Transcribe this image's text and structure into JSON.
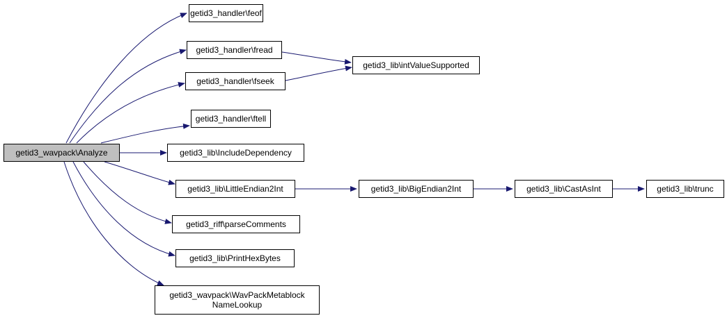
{
  "colors": {
    "edge": "#191970",
    "root_fill": "#bfbfbf",
    "node_fill": "#ffffff",
    "border": "#000000"
  },
  "nodes": {
    "analyze": "getid3_wavpack\\Analyze",
    "feof": "getid3_handler\\feof",
    "fread": "getid3_handler\\fread",
    "fseek": "getid3_handler\\fseek",
    "ftell": "getid3_handler\\ftell",
    "include_dependency": "getid3_lib\\IncludeDependency",
    "little_endian2int": "getid3_lib\\LittleEndian2Int",
    "parse_comments": "getid3_riff\\parseComments",
    "print_hex_bytes": "getid3_lib\\PrintHexBytes",
    "metablock_name_lookup_line1": "getid3_wavpack\\WavPackMetablock",
    "metablock_name_lookup_line2": "NameLookup",
    "int_value_supported": "getid3_lib\\intValueSupported",
    "big_endian2int": "getid3_lib\\BigEndian2Int",
    "cast_as_int": "getid3_lib\\CastAsInt",
    "trunc": "getid3_lib\\trunc"
  }
}
